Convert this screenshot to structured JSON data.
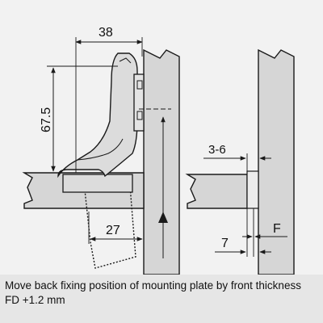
{
  "dimensions": {
    "width_label": "38",
    "height_label": "67.5",
    "offset_label": "27",
    "plate_label": "3-6",
    "gap_label": "7",
    "front_label": "F"
  },
  "caption": {
    "line1": "Move back fixing position of mounting plate by front thickness",
    "line2": "FD +1.2 mm"
  },
  "colors": {
    "panel_fill": "#d6d6d6",
    "hinge_fill": "#dcdcdc",
    "line": "#1a1a1a",
    "background": "#f2f2f2"
  }
}
